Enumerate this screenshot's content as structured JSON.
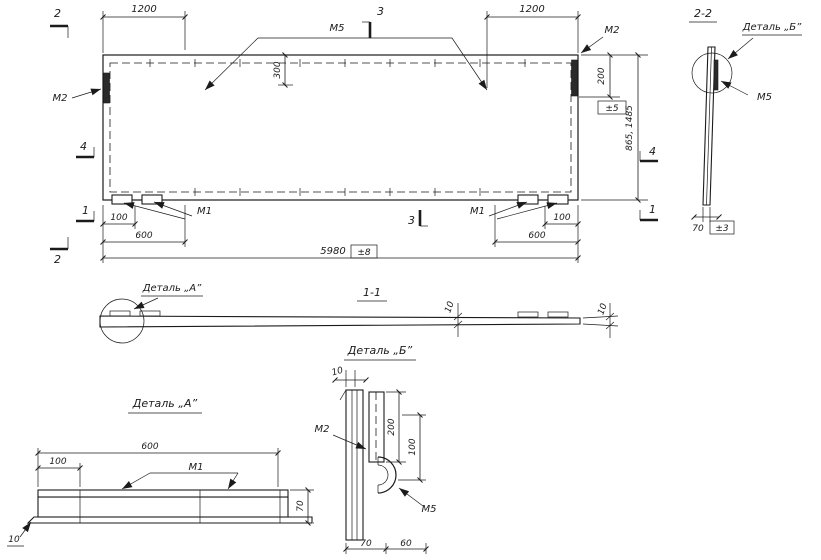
{
  "main_view": {
    "marks": {
      "m5": "М5",
      "m2_top": "М2",
      "m2_left": "М2",
      "m1_left": "М1",
      "m1_right": "М1"
    },
    "sections": {
      "s2_top": "2",
      "s2_bottom": "2",
      "s3_top": "3",
      "s3_bottom": "3",
      "s4_left": "4",
      "s4_right": "4",
      "s1_left": "1",
      "s1_right": "1"
    },
    "dims": {
      "top_left_1200": "1200",
      "top_right_1200": "1200",
      "mid_300": "300",
      "right_200": "200",
      "right_tol": "±5",
      "right_height": "865, 1485",
      "bottom_left_100": "100",
      "bottom_left_600": "600",
      "bottom_right_100": "100",
      "bottom_right_600": "600",
      "overall": "5980",
      "overall_tol": "±8"
    }
  },
  "section_2_2": {
    "title": "2-2",
    "detail_callout": "Деталь „Б”",
    "mark_m5": "М5",
    "dim_70": "70",
    "tol": "±3"
  },
  "section_1_1": {
    "title": "1-1",
    "detail_callout": "Деталь „А”",
    "dim_10_mid": "10",
    "dim_10_right": "10"
  },
  "detail_a": {
    "title": "Деталь „А”",
    "dim_600": "600",
    "dim_100": "100",
    "mark_m1": "М1",
    "dim_70": "70",
    "dim_10": "10"
  },
  "detail_b": {
    "title": "Деталь „Б”",
    "dim_10": "10",
    "dim_200": "200",
    "dim_100": "100",
    "mark_m2": "М2",
    "mark_m5": "М5",
    "dim_70": "70",
    "dim_60": "60"
  }
}
